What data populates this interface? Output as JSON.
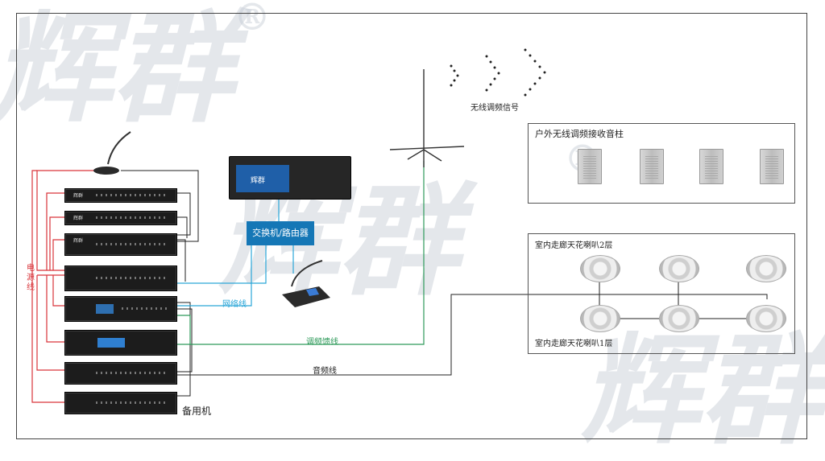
{
  "watermarks": {
    "brand": "辉群",
    "registered": "®"
  },
  "labels": {
    "power_line": "电源线",
    "network_line": "网络线",
    "fm_feeder": "调频馈线",
    "audio_line": "音频线",
    "backup": "备用机",
    "switch_router": "交换机/路由器",
    "wireless_signal": "无线调频信号",
    "outdoor_group": "户外无线调频接收音柱",
    "indoor_2f": "室内走廊天花喇叭2层",
    "indoor_1f": "室内走廊天花喇叭1层"
  },
  "devices": {
    "brand_tag": "辉群",
    "server_badge": "辉群"
  },
  "colors": {
    "power": "#d9343a",
    "network": "#2aa6d8",
    "fm": "#2e9a5a",
    "audio": "#333333",
    "switch_bg": "#1577b6"
  }
}
